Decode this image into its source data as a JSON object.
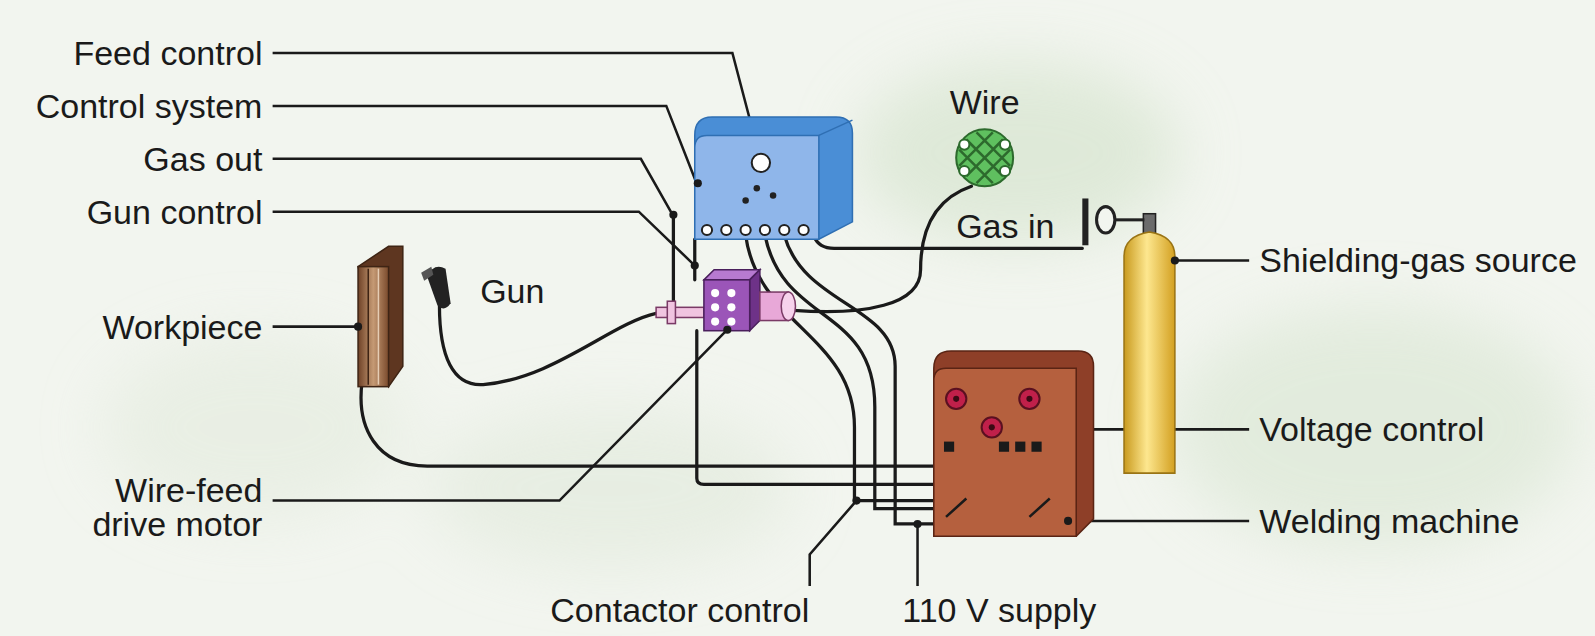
{
  "diagram": {
    "labels": [
      "Feed control",
      "Control system",
      "Gas out",
      "Gun control",
      "Wire",
      "Gas in",
      "Shielding-gas source",
      "Gun",
      "Workpiece",
      "Voltage control",
      "Wire-feed drive motor",
      "Welding machine",
      "Contactor control",
      "110 V supply"
    ]
  }
}
